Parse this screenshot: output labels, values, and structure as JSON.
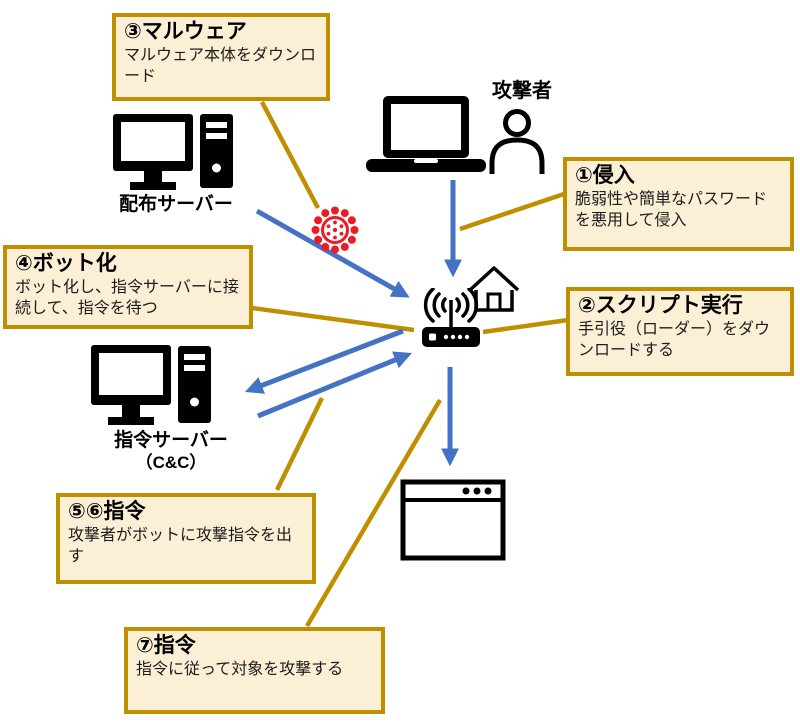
{
  "colors": {
    "box_fill": "#FBEFD5",
    "box_border": "#BF8F00",
    "arrow_blue": "#4472C4",
    "connector_gold": "#BF8F00",
    "virus_red": "#EC1B24",
    "icon_black": "#000000"
  },
  "callouts": {
    "step1": {
      "title": "①侵入",
      "body": "脆弱性や簡単なパスワードを悪用して侵入"
    },
    "step2": {
      "title": "②スクリプト実行",
      "body": "手引役（ローダー）をダウンロードする"
    },
    "step3": {
      "title": "③マルウェア",
      "body": "マルウェア本体をダウンロード"
    },
    "step4": {
      "title": "④ボット化",
      "body": "ボット化し、指令サーバーに接続して、指令を待つ"
    },
    "step56": {
      "title": "⑤⑥指令",
      "body": "攻撃者がボットに攻撃指令を出す"
    },
    "step7": {
      "title": "⑦指令",
      "body": "指令に従って対象を攻撃する"
    }
  },
  "labels": {
    "attacker": "攻撃者",
    "distribution_server": "配布サーバー",
    "command_server": "指令サーバー",
    "command_server_sub": "（C&C）"
  },
  "icons": {
    "laptop-icon": "attacker laptop (black solid)",
    "person-icon": "attacker silhouette (outline)",
    "desktop-computer-icon": "monitor with tower (black solid, used for both servers)",
    "router-icon": "wifi router with antenna waves (victim bot)",
    "house-icon": "home outline",
    "browser-window-icon": "attack target window (outline with three dots)",
    "virus-icon": "red malware virus glyph"
  }
}
